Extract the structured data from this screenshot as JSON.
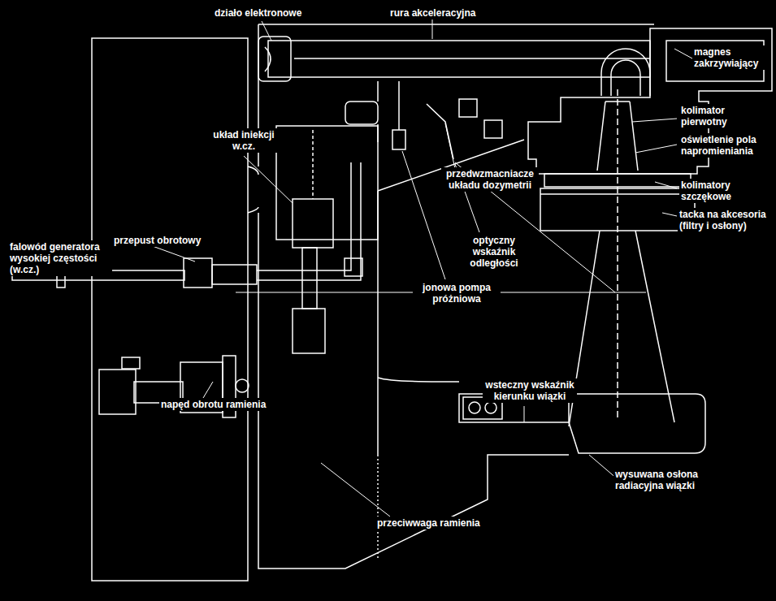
{
  "diagram": {
    "labels": [
      "działo elektronowe",
      "rura akceleracyjna",
      "magnes zakrzywiający",
      "kolimator pierwotny",
      "oświetlenie pola napromieniania",
      "układ iniekcji w.cz.",
      "kolimatory szczękowe",
      "przedwzmacniacze układu dozymetrii",
      "tacka na akcesoria (filtry i osłony)",
      "falowód generatora wysokiej częstości (w.cz.)",
      "przepust obrotowy",
      "optyczny wskaźnik odległości",
      "jonowa pompa próżniowa",
      "wsteczny wskaźnik kierunku wiązki",
      "napęd obrotu ramienia",
      "wysuwana osłona radiacyjna wiązki",
      "przeciwwaga ramienia"
    ]
  }
}
